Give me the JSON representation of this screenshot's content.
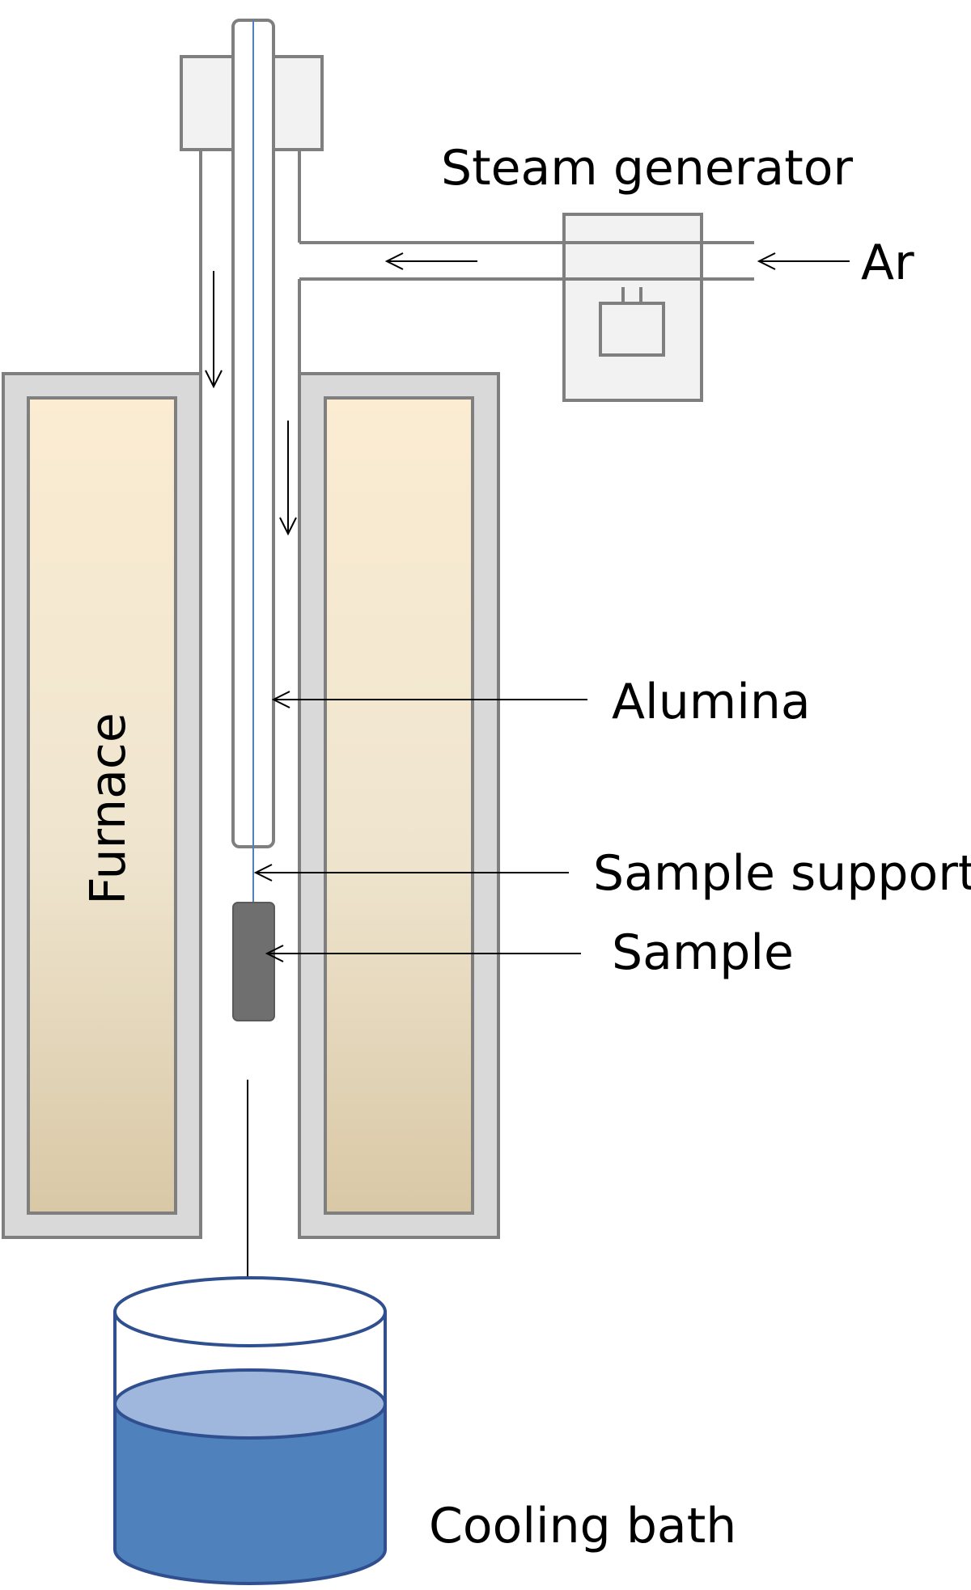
{
  "labels": {
    "steam_generator": "Steam generator",
    "ar": "Ar",
    "furnace": "Furnace",
    "alumina": "Alumina",
    "sample_support": "Sample support",
    "sample": "Sample",
    "cooling_bath": "Cooling bath"
  },
  "colors": {
    "housing_fill": "#d9d9d9",
    "housing_stroke": "#7f7f7f",
    "light_fill": "#f2f2f2",
    "heater_top": "#fbecd2",
    "heater_mid": "#efe5cf",
    "heater_bottom": "#d9c8a6",
    "sample_fill": "#6f6f6f",
    "thermocouple": "#4f81bd",
    "water_fill": "#4f81bd",
    "water_surface": "#9fb7dd",
    "bath_stroke": "#2f4f8f"
  }
}
